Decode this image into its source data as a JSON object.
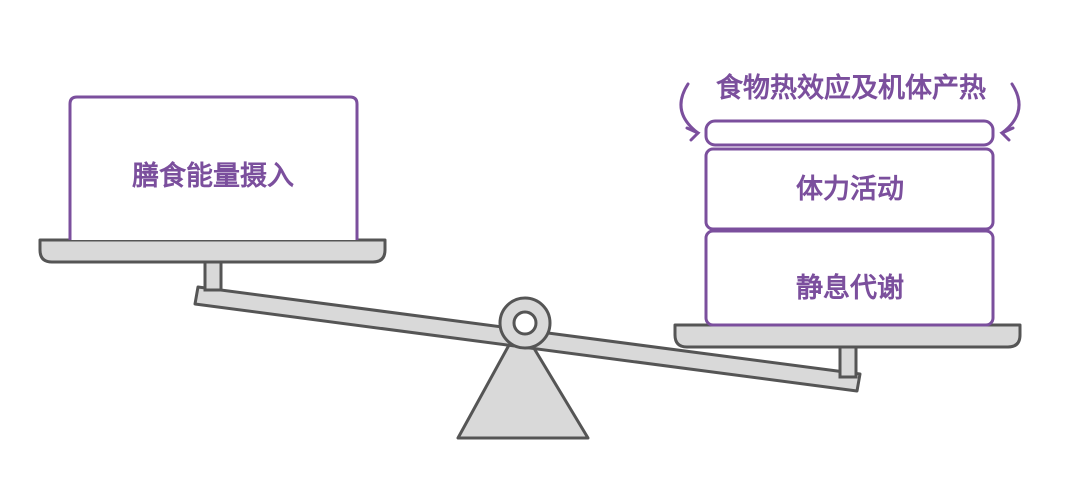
{
  "labels": {
    "intake": "膳食能量摄入",
    "thermic": "食物热效应及机体产热",
    "activity": "体力活动",
    "resting": "静息代谢"
  },
  "colors": {
    "purple": "#7b4f9d",
    "gray_fill": "#d9d9d9",
    "gray_stroke": "#555555"
  }
}
